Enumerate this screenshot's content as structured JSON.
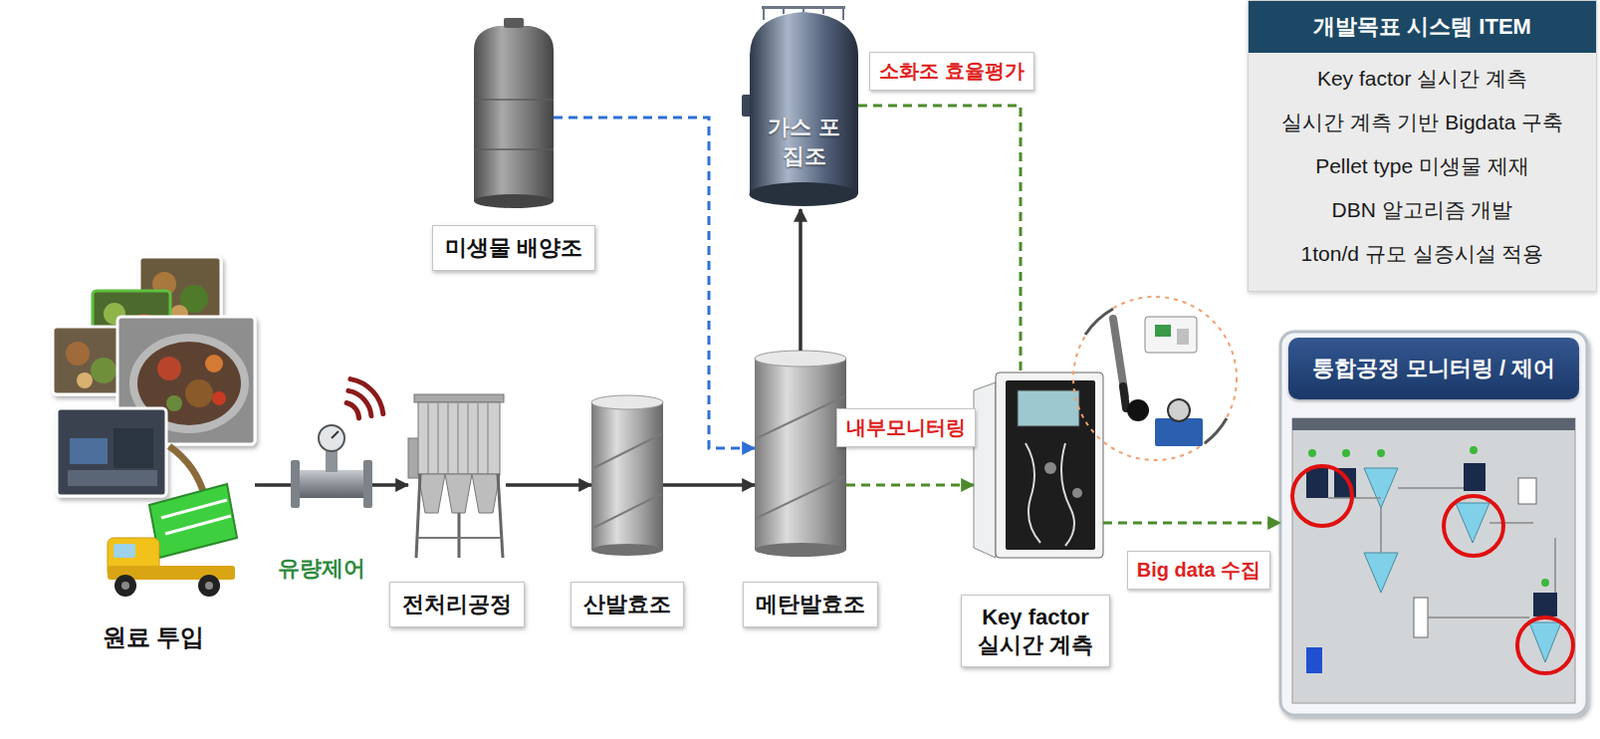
{
  "diagram": {
    "nodes": [
      {
        "text": [
          "원료 투입"
        ]
      },
      {
        "text": [
          "유량제어"
        ]
      },
      {
        "text": [
          "전처리공정"
        ]
      },
      {
        "text": [
          "산발효조"
        ]
      },
      {
        "text": [
          "메탄발효조"
        ]
      },
      {
        "text": [
          "미생물 배양조"
        ]
      },
      {
        "text": [
          "가스 포집조"
        ]
      },
      {
        "text": [
          "Key factor 실시간 계측"
        ]
      },
      {
        "text": [
          "개발목표 시스템 ITEM",
          "Key factor 실시간 계측",
          "실시간 계측 기반 Bigdata 구축",
          "Pellet type 미생물 제재",
          "DBN 알고리즘 개발",
          "1ton/d 규모 실증시설 적용"
        ]
      },
      {
        "text": [
          "통합공정 모니터링 / 제어"
        ]
      }
    ],
    "edges": [
      {
        "from": 0,
        "to": 1,
        "arrow": "none"
      },
      {
        "from": 1,
        "to": 2,
        "arrow": "to"
      },
      {
        "from": 2,
        "to": 3,
        "arrow": "to"
      },
      {
        "from": 3,
        "to": 4,
        "arrow": "to"
      },
      {
        "from": 5,
        "to": 4,
        "arrow": "to"
      },
      {
        "from": 4,
        "to": 6,
        "arrow": "to"
      },
      {
        "from": 6,
        "to": 7,
        "label": "소화조 효율평가",
        "arrow": "none"
      },
      {
        "from": 4,
        "to": 7,
        "label": "내부모니터링",
        "arrow": "to"
      },
      {
        "from": 7,
        "to": 9,
        "label": "Big data 수집",
        "arrow": "to"
      }
    ]
  }
}
